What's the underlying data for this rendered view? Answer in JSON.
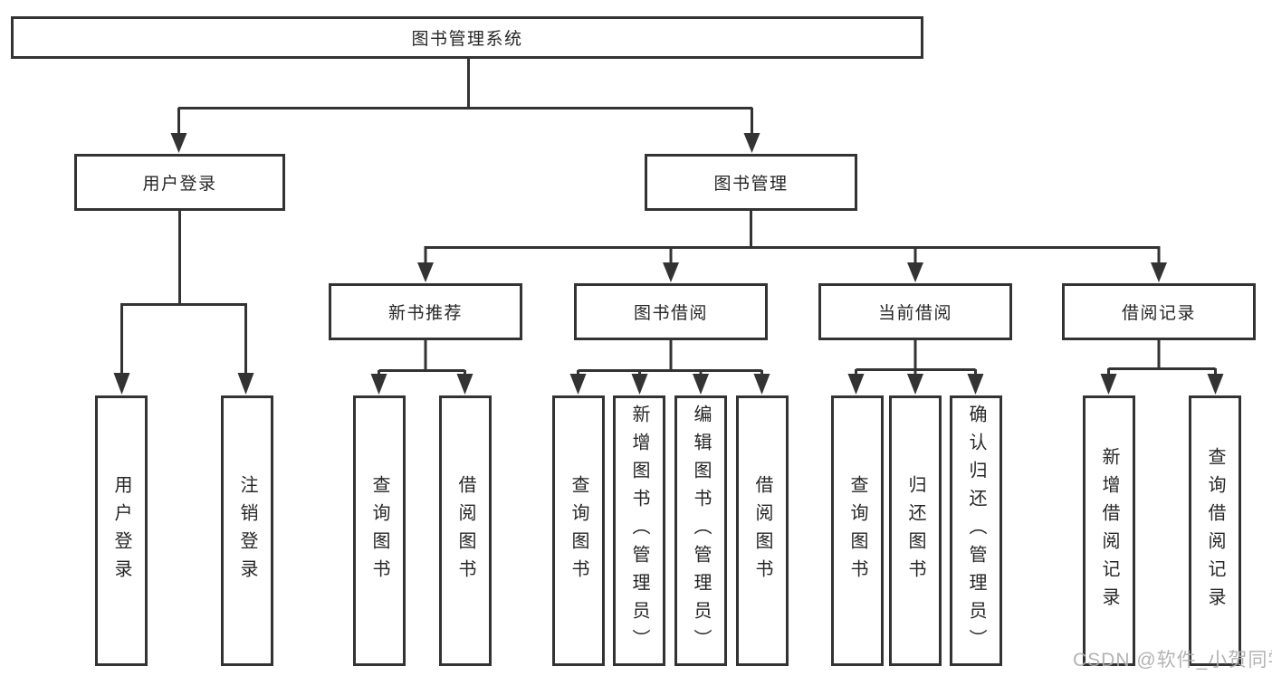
{
  "diagram_type": "tree",
  "colors": {
    "line": "#333333",
    "text": "#262626",
    "watermark": "#acacac",
    "background": "#ffffff"
  },
  "tree": {
    "root": {
      "label": "图书管理系统",
      "children": [
        {
          "label": "用户登录",
          "children": [
            {
              "label": "用户登录"
            },
            {
              "label": "注销登录"
            }
          ]
        },
        {
          "label": "图书管理",
          "children": [
            {
              "label": "新书推荐",
              "children": [
                {
                  "label": "查询图书"
                },
                {
                  "label": "借阅图书"
                }
              ]
            },
            {
              "label": "图书借阅",
              "children": [
                {
                  "label": "查询图书"
                },
                {
                  "label": "新增图书（管理员）"
                },
                {
                  "label": "编辑图书（管理员）"
                },
                {
                  "label": "借阅图书"
                }
              ]
            },
            {
              "label": "当前借阅",
              "children": [
                {
                  "label": "查询图书"
                },
                {
                  "label": "归还图书"
                },
                {
                  "label": "确认归还（管理员）"
                }
              ]
            },
            {
              "label": "借阅记录",
              "children": [
                {
                  "label": "新增借阅记录"
                },
                {
                  "label": "查询借阅记录"
                }
              ]
            }
          ]
        }
      ]
    }
  },
  "watermark": "CSDN @软件_小贺同学"
}
